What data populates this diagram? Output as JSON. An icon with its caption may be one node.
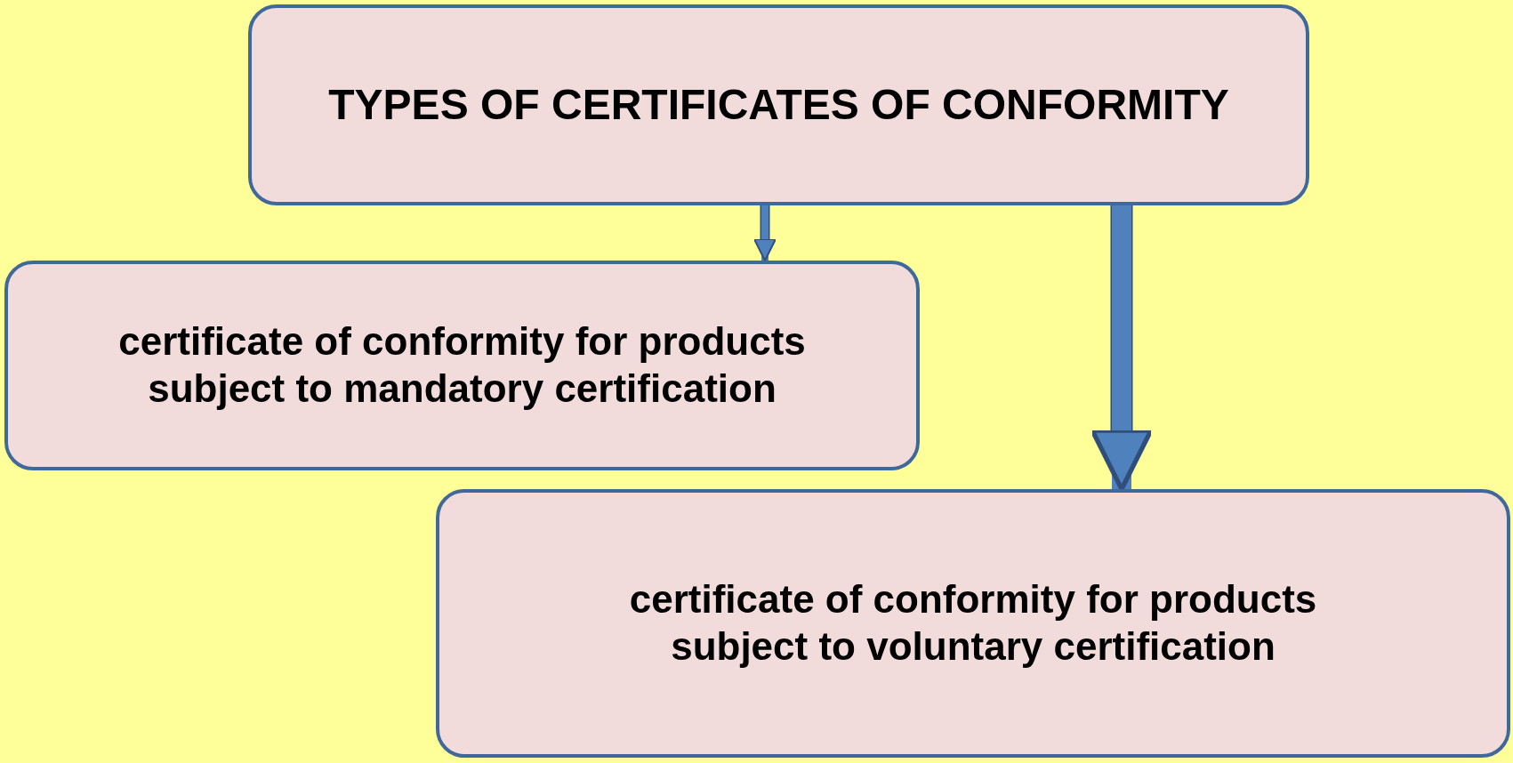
{
  "diagram": {
    "nodes": [
      {
        "text": [
          "TYPES OF CERTIFICATES OF CONFORMITY"
        ]
      },
      {
        "text": [
          "certificate of conformity for products subject to mandatory certification"
        ]
      },
      {
        "text": [
          "certificate of conformity for products subject to voluntary certification"
        ]
      }
    ],
    "edges": [
      {
        "from": 0,
        "to": 1,
        "arrow": "to"
      },
      {
        "from": 0,
        "to": 2,
        "arrow": "to",
        "style": "thick"
      }
    ]
  }
}
